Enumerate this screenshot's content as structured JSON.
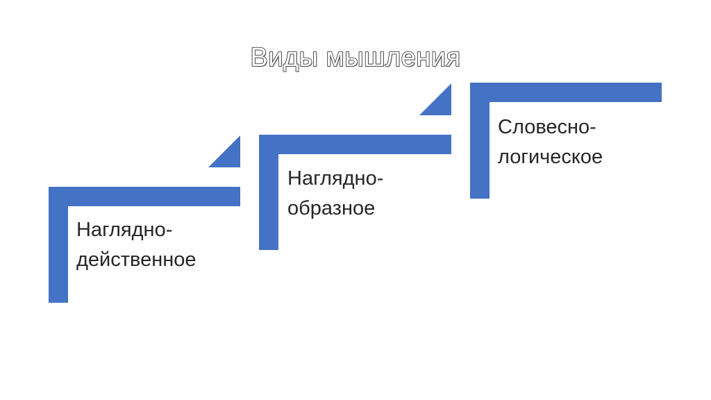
{
  "title": "Виды мышления",
  "accent_color": "#4472C4",
  "steps": [
    {
      "line1": "Наглядно-",
      "line2": "действенное"
    },
    {
      "line1": "Наглядно-",
      "line2": "образное"
    },
    {
      "line1": "Словесно-",
      "line2": "логическое"
    }
  ]
}
